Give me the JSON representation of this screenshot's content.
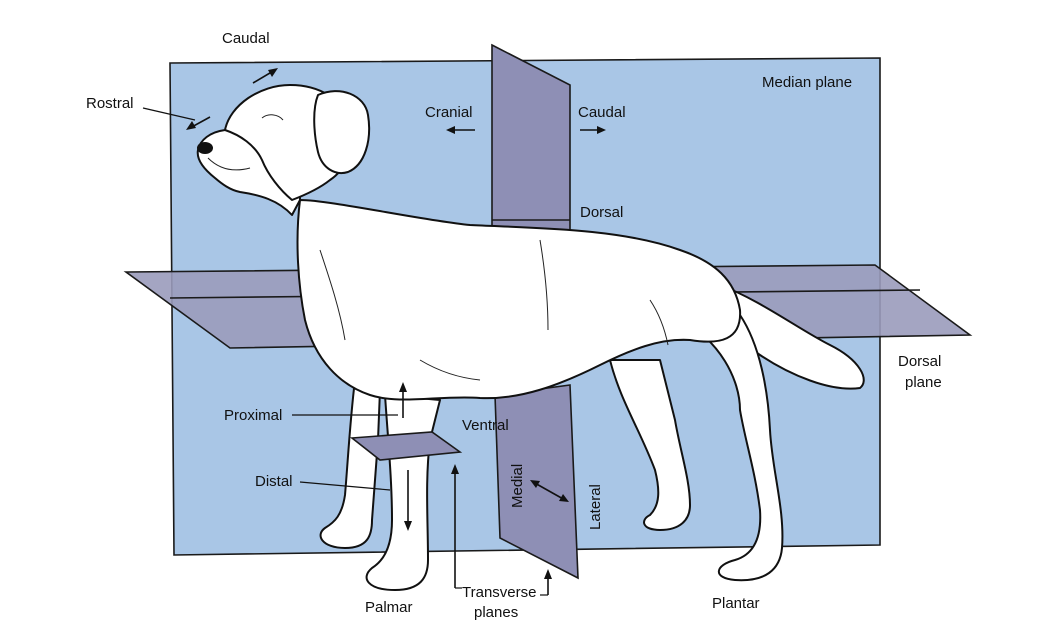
{
  "colors": {
    "median_plane": "#a9c6e6",
    "transverse_plane": "#8e8fb5",
    "dorsal_plane": "#9a9bbb",
    "outline": "#111111",
    "dog_fill": "#ffffff"
  },
  "labels": {
    "caudal_head": "Caudal",
    "rostral": "Rostral",
    "cranial": "Cranial",
    "caudal_body": "Caudal",
    "median_plane": "Median plane",
    "dorsal": "Dorsal",
    "dorsal_plane_line1": "Dorsal",
    "dorsal_plane_line2": "plane",
    "proximal": "Proximal",
    "ventral": "Ventral",
    "distal": "Distal",
    "medial": "Medial",
    "lateral": "Lateral",
    "palmar": "Palmar",
    "transverse_line1": "Transverse",
    "transverse_line2": "planes",
    "plantar": "Plantar"
  }
}
